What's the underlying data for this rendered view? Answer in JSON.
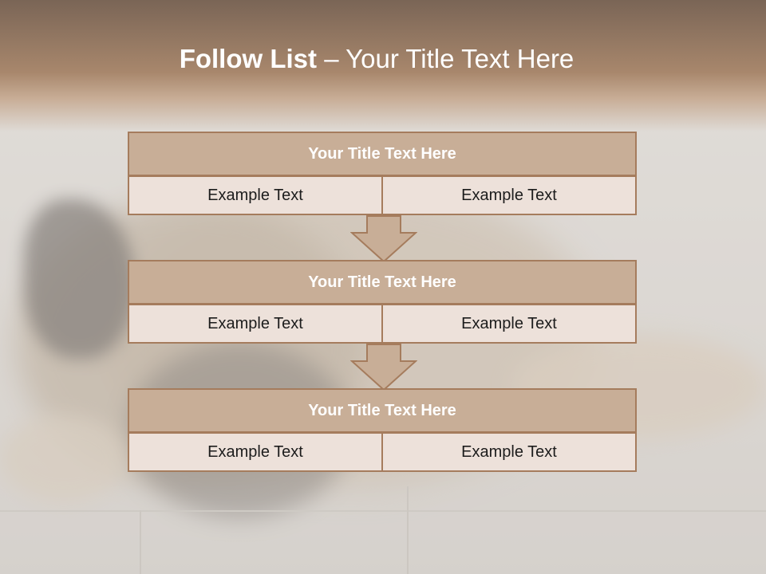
{
  "slide": {
    "title_bold": "Follow List",
    "title_rest": " – Your Title Text Here"
  },
  "steps": [
    {
      "title": "Your Title Text Here",
      "left": "Example Text",
      "right": "Example Text"
    },
    {
      "title": "Your Title Text Here",
      "left": "Example Text",
      "right": "Example Text"
    },
    {
      "title": "Your Title Text Here",
      "left": "Example Text",
      "right": "Example Text"
    }
  ],
  "colors": {
    "accent_border": "#a57c5d",
    "header_fill": "#c8ae97",
    "cell_fill": "#ede1da",
    "arrow_fill": "#c8ae97"
  },
  "icons": {
    "connector": "down-arrow-icon"
  }
}
